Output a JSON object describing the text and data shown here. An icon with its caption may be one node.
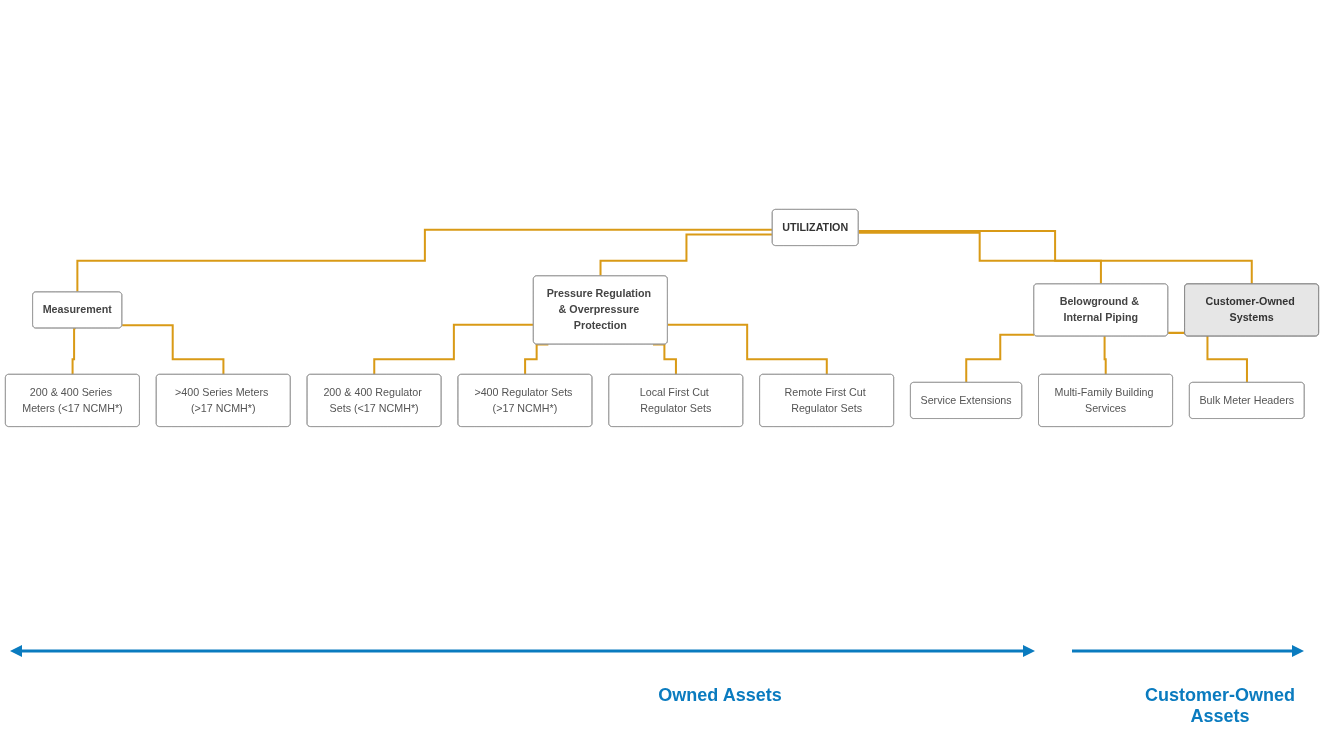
{
  "diagram": {
    "nodes": [
      {
        "text": [
          "UTILIZATION"
        ]
      },
      {
        "text": [
          "Measurement"
        ]
      },
      {
        "text": [
          "Pressure Regulation & Overpressure Protection"
        ]
      },
      {
        "text": [
          "Belowground & Internal Piping"
        ]
      },
      {
        "text": [
          "Customer-Owned Systems"
        ]
      },
      {
        "text": [
          "200 & 400 Series Meters (<17 NCMH*)"
        ]
      },
      {
        "text": [
          ">400 Series Meters (>17 NCMH*)"
        ]
      },
      {
        "text": [
          "200 & 400 Regulator Sets (<17 NCMH*)"
        ]
      },
      {
        "text": [
          ">400 Regulator Sets (>17 NCMH*)"
        ]
      },
      {
        "text": [
          "Local First Cut Regulator Sets"
        ]
      },
      {
        "text": [
          "Remote First Cut Regulator Sets"
        ]
      },
      {
        "text": [
          "Service Extensions"
        ]
      },
      {
        "text": [
          "Multi-Family Building Services"
        ]
      },
      {
        "text": [
          "Bulk Meter Headers"
        ]
      }
    ],
    "edges": [
      {
        "from": 0,
        "to": 1,
        "arrow": "none"
      },
      {
        "from": 0,
        "to": 2,
        "arrow": "none"
      },
      {
        "from": 0,
        "to": 3,
        "arrow": "none"
      },
      {
        "from": 0,
        "to": 4,
        "arrow": "none"
      },
      {
        "from": 1,
        "to": 5,
        "arrow": "none"
      },
      {
        "from": 1,
        "to": 6,
        "arrow": "none"
      },
      {
        "from": 2,
        "to": 7,
        "arrow": "none"
      },
      {
        "from": 2,
        "to": 8,
        "arrow": "none"
      },
      {
        "from": 2,
        "to": 9,
        "arrow": "none"
      },
      {
        "from": 2,
        "to": 10,
        "arrow": "none"
      },
      {
        "from": 3,
        "to": 11,
        "arrow": "none"
      },
      {
        "from": 3,
        "to": 12,
        "arrow": "none"
      },
      {
        "from": 3,
        "to": 13,
        "arrow": "none"
      }
    ],
    "labels": [
      "Owned Assets",
      "Customer-Owned Assets"
    ]
  }
}
